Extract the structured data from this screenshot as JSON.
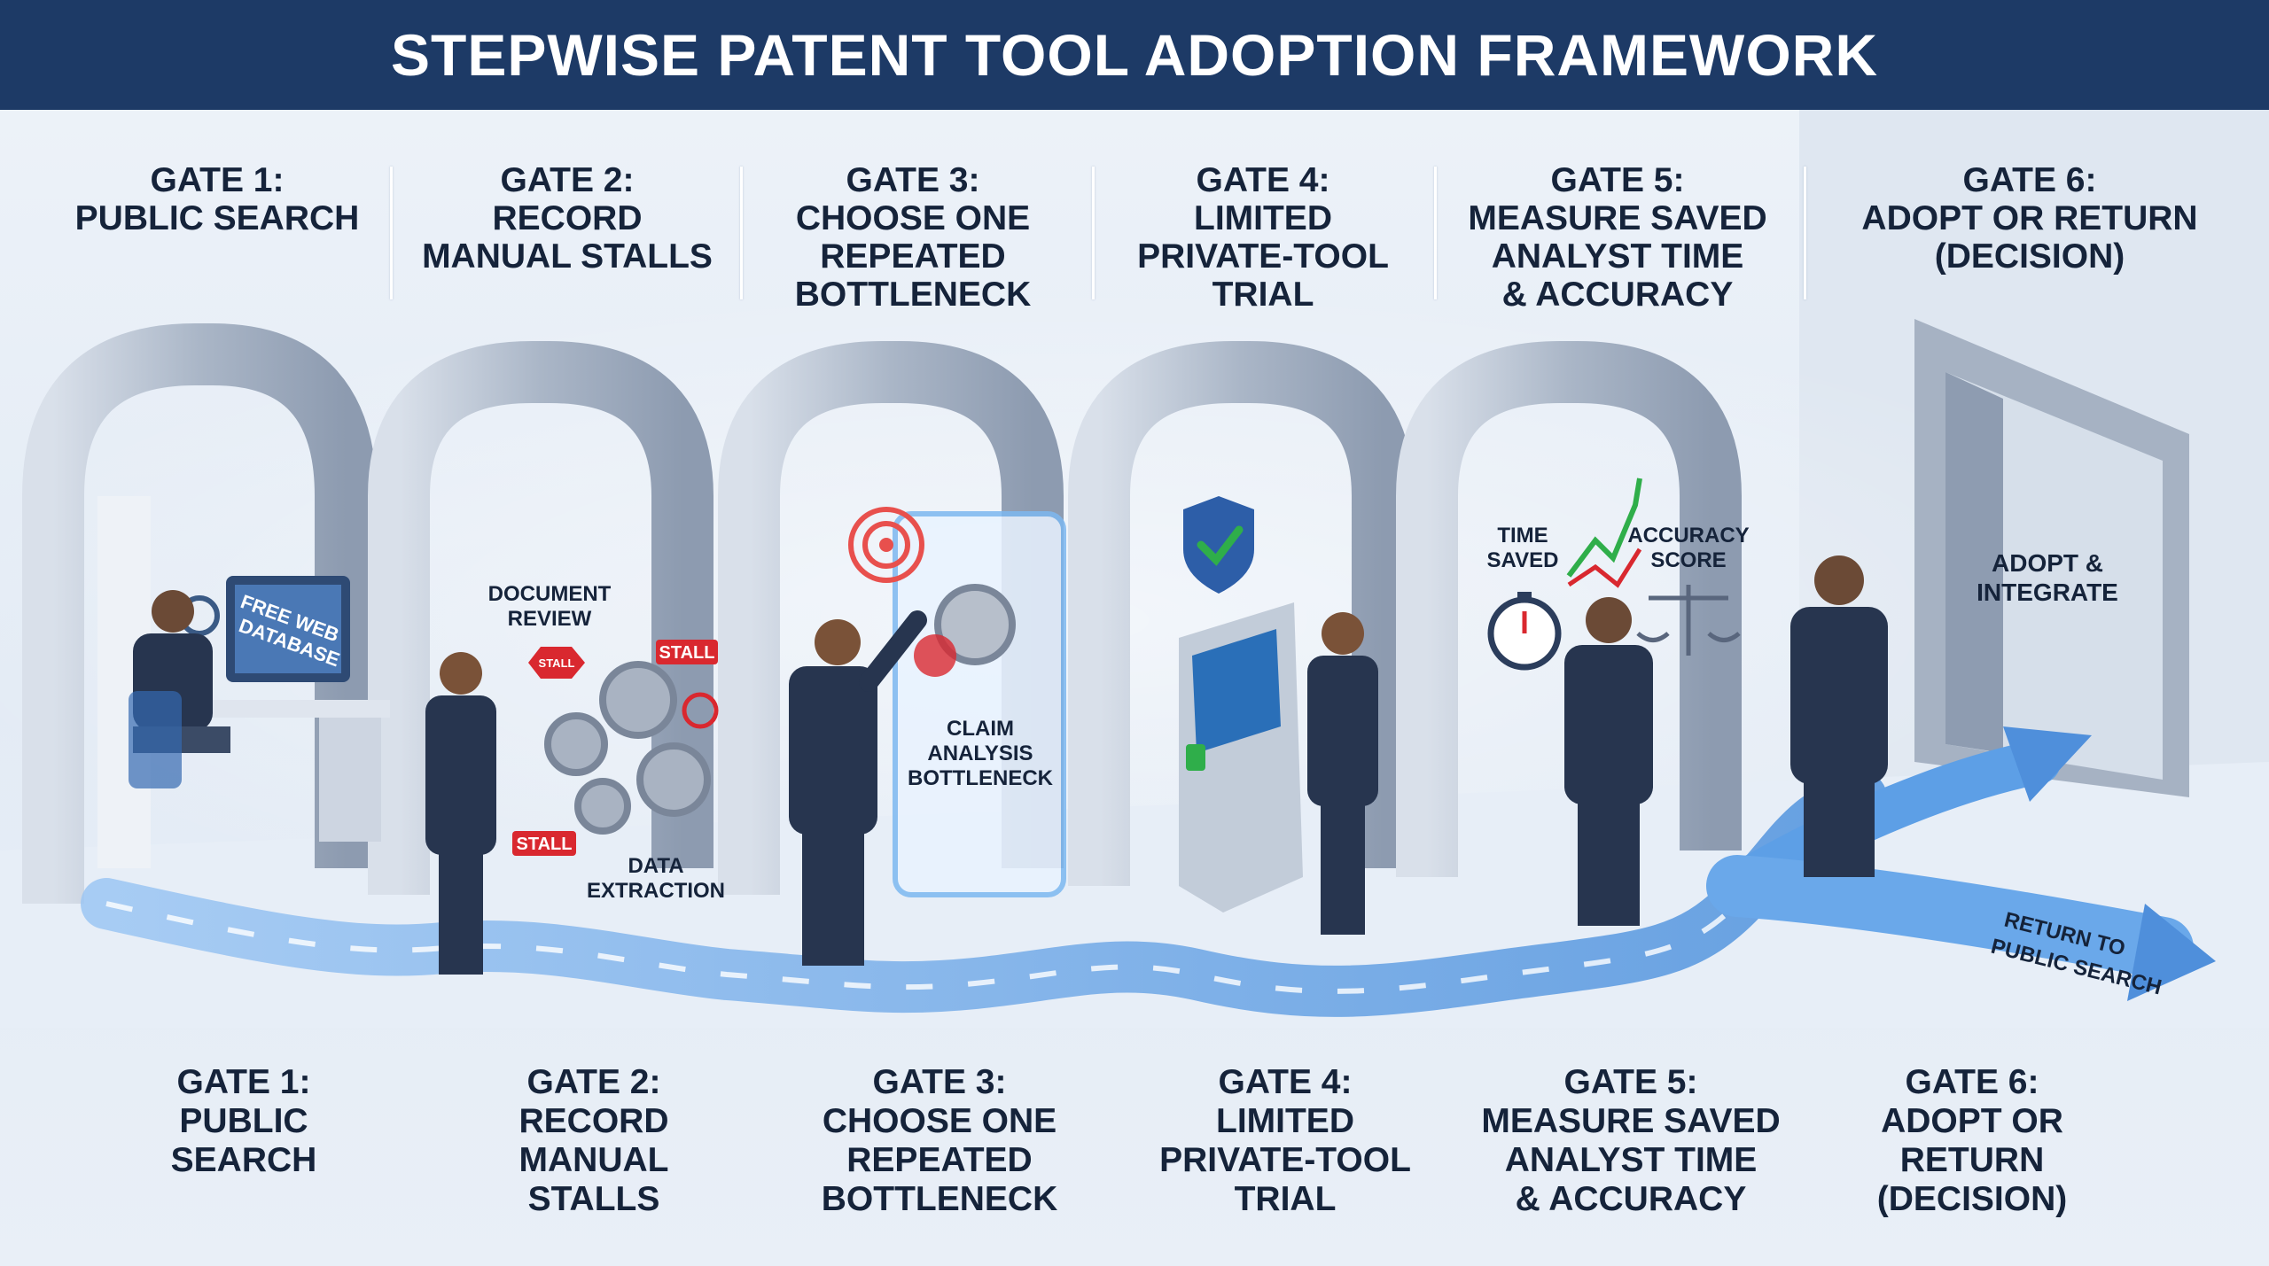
{
  "title": "STEPWISE PATENT TOOL ADOPTION FRAMEWORK",
  "gates_top": [
    {
      "label": "GATE 1:\nPUBLIC SEARCH"
    },
    {
      "label": "GATE 2:\nRECORD\nMANUAL STALLS"
    },
    {
      "label": "GATE 3:\nCHOOSE ONE\nREPEATED\nBOTTLENECK"
    },
    {
      "label": "GATE 4:\nLIMITED\nPRIVATE-TOOL\nTRIAL"
    },
    {
      "label": "GATE 5:\nMEASURE SAVED\nANALYST TIME\n& ACCURACY"
    },
    {
      "label": "GATE 6:\nADOPT OR RETURN\n(DECISION)"
    }
  ],
  "gates_bottom": [
    {
      "label": "GATE 1:\nPUBLIC\nSEARCH"
    },
    {
      "label": "GATE 2:\nRECORD\nMANUAL\nSTALLS"
    },
    {
      "label": "GATE 3:\nCHOOSE ONE\nREPEATED\nBOTTLENECK"
    },
    {
      "label": "GATE 4:\nLIMITED\nPRIVATE-TOOL\nTRIAL"
    },
    {
      "label": "GATE 5:\nMEASURE SAVED\nANALYST TIME\n& ACCURACY"
    },
    {
      "label": "GATE 6:\nADOPT OR\nRETURN\n(DECISION)"
    }
  ],
  "scene_labels": {
    "free_web_database_1": "FREE WEB",
    "free_web_database_2": "DATABASE",
    "document_review_1": "DOCUMENT",
    "document_review_2": "REVIEW",
    "stall_a": "STALL",
    "stall_b": "STALL",
    "stall_c": "STALL",
    "data_extraction_1": "DATA",
    "data_extraction_2": "EXTRACTION",
    "claim_analysis_1": "CLAIM",
    "claim_analysis_2": "ANALYSIS",
    "claim_analysis_3": "BOTTLENECK",
    "time_saved_1": "TIME",
    "time_saved_2": "SAVED",
    "accuracy_score_1": "ACCURACY",
    "accuracy_score_2": "SCORE",
    "adopt_integrate_1": "ADOPT &",
    "adopt_integrate_2": "INTEGRATE",
    "return_1": "RETURN TO",
    "return_2": "PUBLIC SEARCH"
  },
  "colors": {
    "header_bg": "#1d3a66",
    "path_blue": "#5d9fe6",
    "gate_gray": "#b9c3d1",
    "stall_red": "#d9282f",
    "accent_green": "#2fae4a",
    "suit_navy": "#27354f"
  }
}
